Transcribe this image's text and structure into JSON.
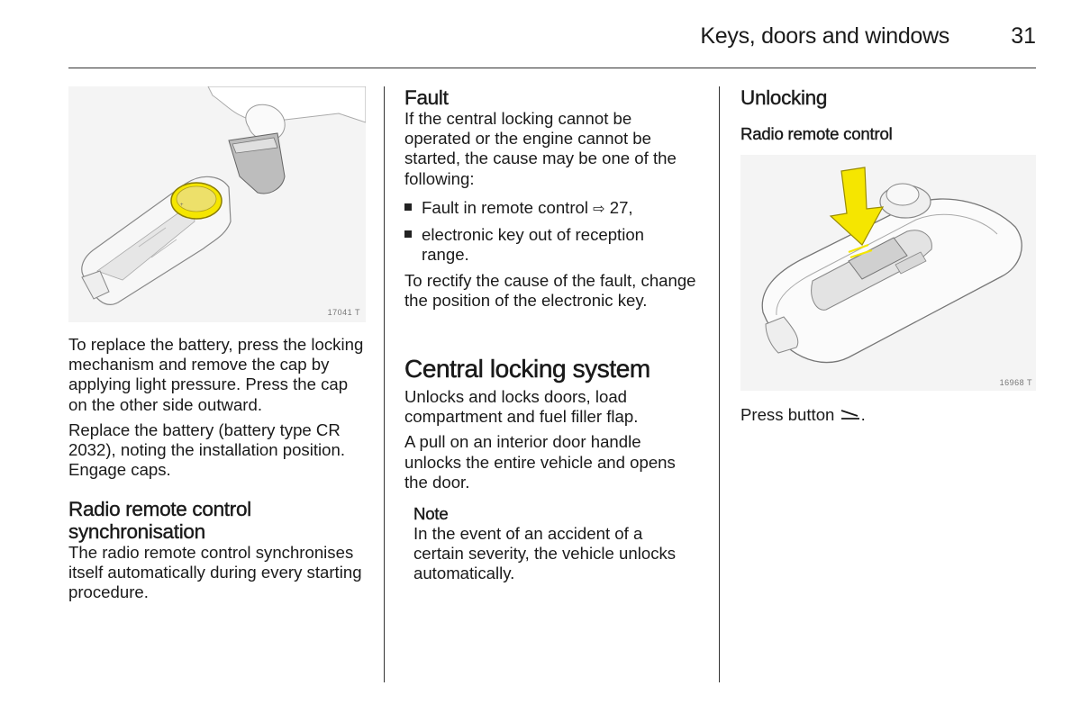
{
  "header": {
    "title": "Keys, doors and windows",
    "page_number": "31"
  },
  "col1": {
    "image_code": "17041 T",
    "battery_text": "To replace the battery, press the locking mechanism and remove the cap by applying light pressure. Press the cap on the other side outward.",
    "battery_text2": "Replace the battery (battery type CR 2032), noting the installation position. Engage caps.",
    "sync_heading_line1": "Radio remote control",
    "sync_heading_line2": "synchronisation",
    "sync_text": "The radio remote control synchronises itself automatically during every starting procedure."
  },
  "col2": {
    "fault_heading": "Fault",
    "fault_text": "If the central locking cannot be operated or the engine cannot be started, the cause may be one of the following:",
    "bullet1_text": "Fault in remote control",
    "bullet1_ref": "27,",
    "bullet2_line1": "electronic key out of reception",
    "bullet2_line2": "range.",
    "rectify_text": "To rectify the cause of the fault, change the position of the electronic key.",
    "cls_heading": "Central locking system",
    "cls_text1": "Unlocks and locks doors, load compartment and fuel filler flap.",
    "cls_text2": "A pull on an interior door handle unlocks the entire vehicle and opens the door.",
    "note_label": "Note",
    "note_text": "In the event of an accident of a certain severity, the vehicle unlocks automatically."
  },
  "col3": {
    "unlocking_heading": "Unlocking",
    "rrc_heading": "Radio remote control",
    "image_code": "16968 T",
    "press_text": "Press button",
    "press_suffix": "."
  },
  "colors": {
    "highlight_yellow": "#f5e600",
    "rule": "#333333",
    "image_bg": "#f4f4f4"
  }
}
